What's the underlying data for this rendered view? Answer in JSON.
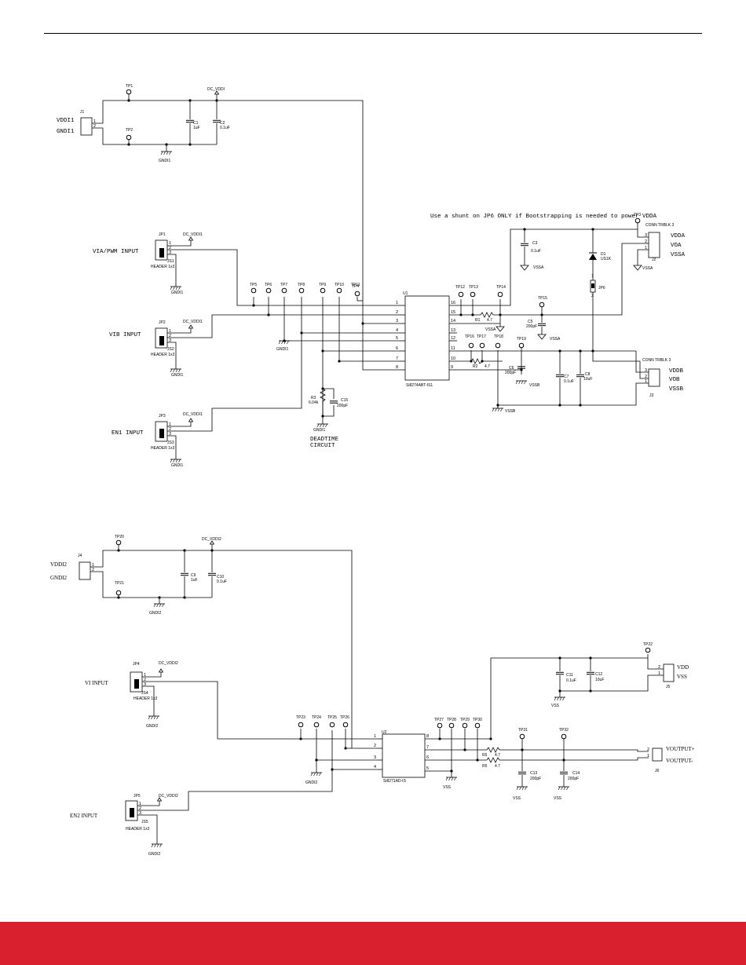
{
  "colors": {
    "footer": "#D9202E",
    "wire": "#000000"
  },
  "note": "Use a shunt on JP6 ONLY if Bootstrapping is needed to power VDDA",
  "top": {
    "testpoints": [
      "TP1",
      "TP2",
      "TP4",
      "TP5",
      "TP6",
      "TP7",
      "TP8",
      "TP9",
      "TP10",
      "TP11",
      "TP12",
      "TP13",
      "TP14",
      "TP15",
      "TP16",
      "TP17",
      "TP18",
      "TP19",
      "TP3"
    ],
    "j1": {
      "ref": "J1",
      "pin1": "VDDI1",
      "pin2": "GNDI1"
    },
    "net_dc_vddi": "DC_VDDI",
    "net_dc_vddi1": "DC_VDDI1",
    "c1": {
      "ref": "C1",
      "value": "1uF"
    },
    "c2": {
      "ref": "C2",
      "value": "0.1uF"
    },
    "gnd": "GNDI1",
    "jp1": {
      "ref": "JP1",
      "shunt": "JS1",
      "type": "HEADER 1x3",
      "label": "VIA/PWM INPUT"
    },
    "jp2": {
      "ref": "JP2",
      "shunt": "JS2",
      "type": "HEADER 1x3",
      "label": "VIB INPUT"
    },
    "jp3": {
      "ref": "JP3",
      "shunt": "JS3",
      "type": "HEADER 1x3",
      "label": "EN1 INPUT"
    },
    "u1": {
      "ref": "U1",
      "part": "Si8274ABT-IS1"
    },
    "r1": {
      "ref": "R1",
      "value": "4.7"
    },
    "r2": {
      "ref": "R2",
      "value": "4.7"
    },
    "r3": {
      "ref": "R3",
      "value": "6.04k"
    },
    "c3": {
      "ref": "C3",
      "value": "0.1uF"
    },
    "c5": {
      "ref": "C5",
      "value": "200pF"
    },
    "c6": {
      "ref": "C6",
      "value": "200pF"
    },
    "c7": {
      "ref": "C7",
      "value": "0.1uF"
    },
    "c8": {
      "ref": "C8",
      "value": "10uF"
    },
    "c15": {
      "ref": "C15",
      "value": "200pF"
    },
    "d1": {
      "ref": "D1",
      "part": "US1K"
    },
    "jp6": {
      "ref": "JP6"
    },
    "vssa": "VSSA",
    "vssb": "VSSB",
    "j2": {
      "ref": "J2",
      "type": "CONN TRBLK 3",
      "pins": [
        "VDDA",
        "VOA",
        "VSSA"
      ]
    },
    "j3": {
      "ref": "J3",
      "type": "CONN TRBLK 3",
      "pins": [
        "VDDB",
        "VOB",
        "VSSB"
      ]
    },
    "deadtime": [
      "DEADTIME",
      "CIRCUIT"
    ]
  },
  "bottom": {
    "j4": {
      "ref": "J4",
      "pin1": "VDDI2",
      "pin2": "GNDI2"
    },
    "net_dc_vdd2": "DC_VDDI2",
    "tp20": "TP20",
    "tp21": "TP21",
    "c9": {
      "ref": "C9",
      "value": "1uF"
    },
    "c10": {
      "ref": "C10",
      "value": "0.1uF"
    },
    "gnd": "GNDI2",
    "jp4": {
      "ref": "JP4",
      "shunt": "JS4",
      "type": "HEADER 1x3",
      "label": "VI INPUT"
    },
    "jp5": {
      "ref": "JP5",
      "shunt": "JS5",
      "type": "HEADER 1x3",
      "label": "EN2 INPUT"
    },
    "u2": {
      "ref": "U2",
      "part": "Si8271AD-IS"
    },
    "testpoints": [
      "TP23",
      "TP24",
      "TP25",
      "TP26",
      "TP27",
      "TP28",
      "TP29",
      "TP30",
      "TP31",
      "TP32",
      "TP22"
    ],
    "r5": {
      "ref": "R5",
      "value": "4.7"
    },
    "r6": {
      "ref": "R6",
      "value": "4.7"
    },
    "c11": {
      "ref": "C11",
      "value": "0.1uF"
    },
    "c12": {
      "ref": "C12",
      "value": "10uF"
    },
    "c13": {
      "ref": "C13",
      "value": "200pF"
    },
    "c14": {
      "ref": "C14",
      "value": "200pF"
    },
    "vss": "VSS",
    "j5": {
      "ref": "J5",
      "pins": [
        "VDD",
        "VSS"
      ]
    },
    "j6": {
      "ref": "J6",
      "pins": [
        "VOUTPUT+",
        "VOUTPUT-"
      ]
    }
  }
}
